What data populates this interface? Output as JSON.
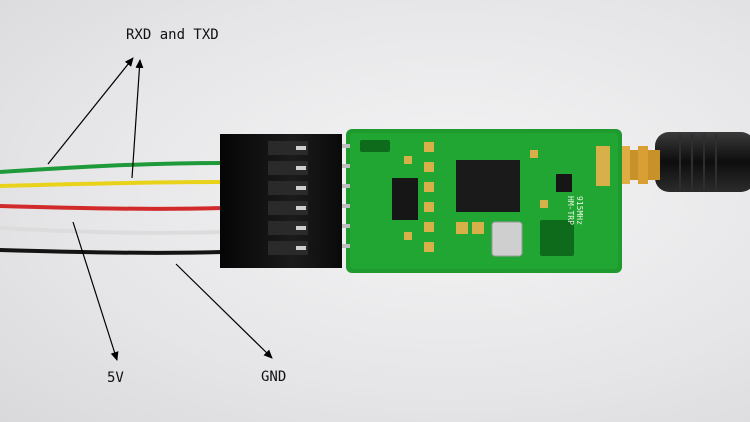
{
  "annotations": {
    "rxd_txd": "RXD and TXD",
    "vcc": "5V",
    "gnd": "GND"
  },
  "pcb": {
    "silkscreen_line1": "915MHz",
    "silkscreen_line2": "HM-TRP"
  },
  "colors": {
    "wire_green": "#1f9a3a",
    "wire_yellow": "#e8d21a",
    "wire_red": "#d22a2a",
    "wire_white": "#d9d9d9",
    "wire_black": "#141414",
    "connector": "#111111",
    "pcb": "#1e9a2e"
  }
}
